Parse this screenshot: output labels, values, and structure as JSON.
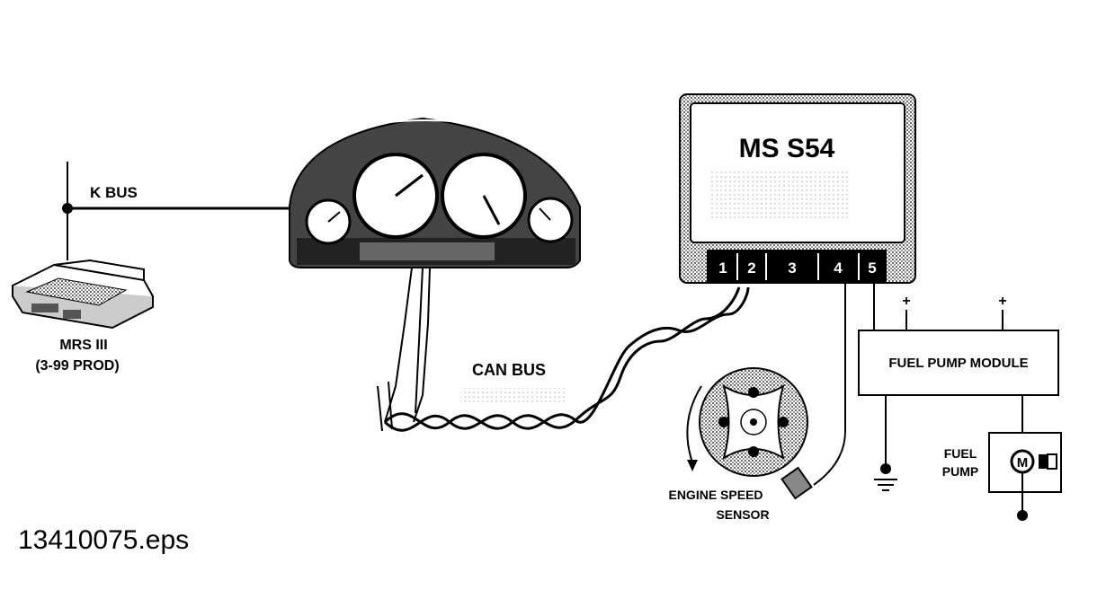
{
  "labels": {
    "k_bus": "K BUS",
    "mrs_line1": "MRS III",
    "mrs_line2": "(3-99 PROD)",
    "can_bus": "CAN BUS",
    "ecu": "MS S54",
    "fuel_pump_module": "FUEL PUMP MODULE",
    "fuel_pump_line1": "FUEL",
    "fuel_pump_line2": "PUMP",
    "engine_speed_line1": "ENGINE SPEED",
    "engine_speed_line2": "SENSOR",
    "motor": "M",
    "plus_1": "+",
    "plus_2": "+",
    "file_name": "13410075.eps"
  },
  "ecu_pins": [
    "1",
    "2",
    "3",
    "4",
    "5"
  ],
  "icons": {
    "cluster": "instrument-cluster-icon",
    "mrs": "airbag-module-icon",
    "ecu": "ecu-box-icon",
    "sensor": "engine-speed-sensor-icon",
    "ground": "ground-icon",
    "motor": "motor-icon"
  }
}
